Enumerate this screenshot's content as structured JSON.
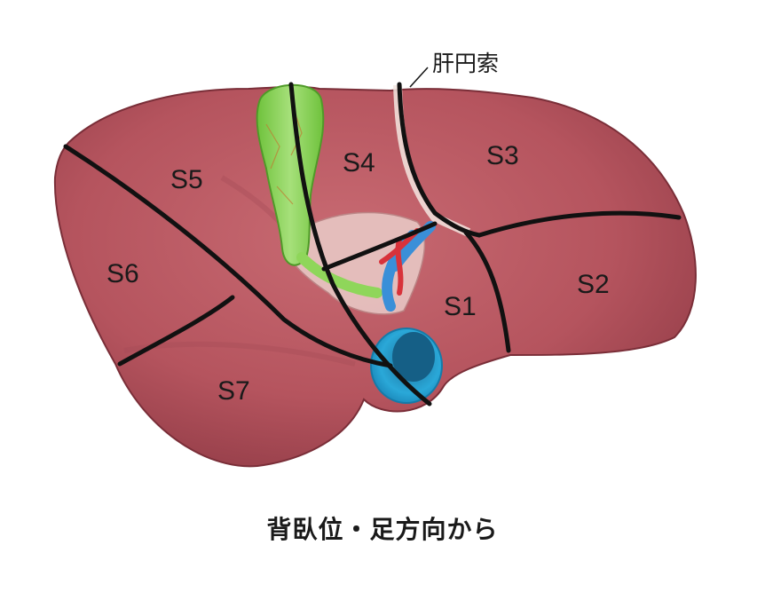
{
  "diagram": {
    "segments": [
      {
        "id": "S1",
        "label": "S1"
      },
      {
        "id": "S2",
        "label": "S2"
      },
      {
        "id": "S3",
        "label": "S3"
      },
      {
        "id": "S4",
        "label": "S4"
      },
      {
        "id": "S5",
        "label": "S5"
      },
      {
        "id": "S6",
        "label": "S6"
      },
      {
        "id": "S7",
        "label": "S7"
      }
    ],
    "ligament_label": "肝円索",
    "caption": "背臥位・足方向から",
    "colors": {
      "liver": "#b5545e",
      "liver_dark": "#8f3a45",
      "gallbladder": "#8fd65a",
      "vena_cava": "#2aa8d8",
      "artery": "#d8323a",
      "portal_vein": "#3a8fd8",
      "divider_line": "#111111"
    }
  }
}
